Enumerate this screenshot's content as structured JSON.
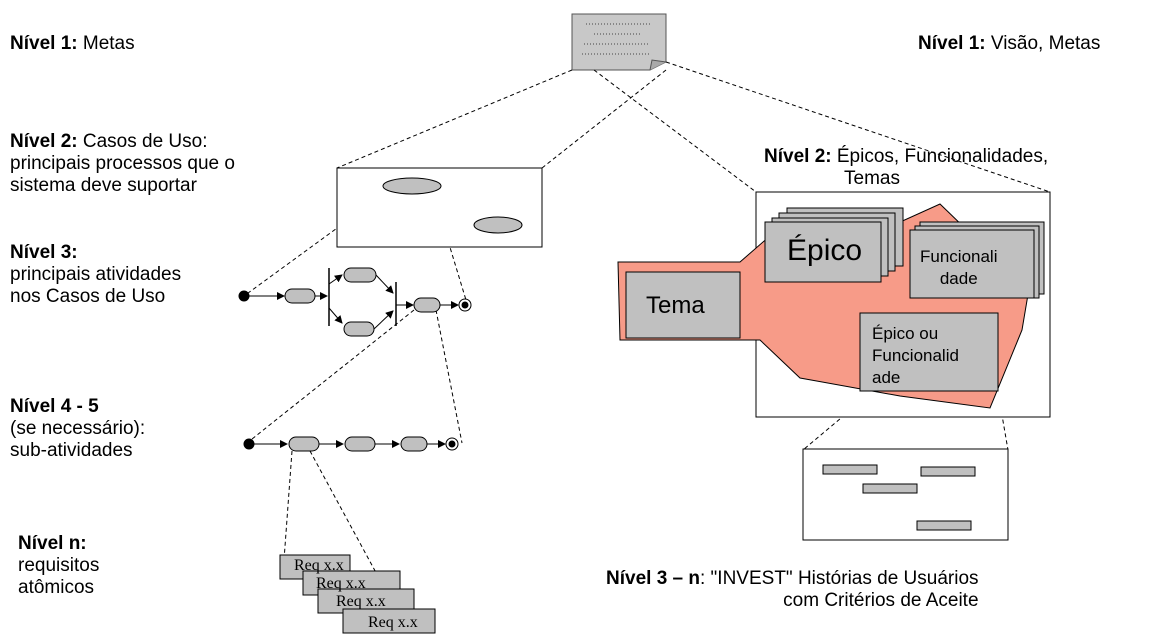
{
  "left": {
    "n1": {
      "bold": "Nível 1:",
      "text": " Metas"
    },
    "n2": {
      "bold": "Nível 2:",
      "text": " Casos de Uso:",
      "line2": "principais processos que o",
      "line3": "sistema deve suportar"
    },
    "n3": {
      "bold": "Nível 3:",
      "line2": "principais atividades",
      "line3": "nos Casos de Uso"
    },
    "n45": {
      "bold": "Nível 4 - 5",
      "line2": "(se necessário):",
      "line3": "sub-atividades"
    },
    "nn": {
      "bold": "Nível n:",
      "line2": "requisitos",
      "line3": "atômicos"
    },
    "req_cards": [
      "Req x.x",
      "Req x.x",
      "Req x.x",
      "Req x.x"
    ]
  },
  "right": {
    "n1": {
      "bold": "Nível 1:",
      "text": " Visão, Metas"
    },
    "n2": {
      "bold": "Nível 2:",
      "text": " Épicos, Funcionalidades,",
      "line2": "Temas"
    },
    "tema": "Tema",
    "epico": "Épico",
    "funcionalidade": [
      "Funcionali",
      "dade"
    ],
    "epico_ou_func": [
      "Épico ou",
      "Funcionalid",
      "ade"
    ],
    "n3": {
      "bold": "Nível 3 – n",
      "text": ": \"INVEST\" Histórias de Usuários",
      "line2": "com Critérios de Aceite"
    }
  },
  "colors": {
    "salmon": "#f79b88",
    "card_gray": "#c0c0c0",
    "oval_gray": "#c0c0c0"
  }
}
